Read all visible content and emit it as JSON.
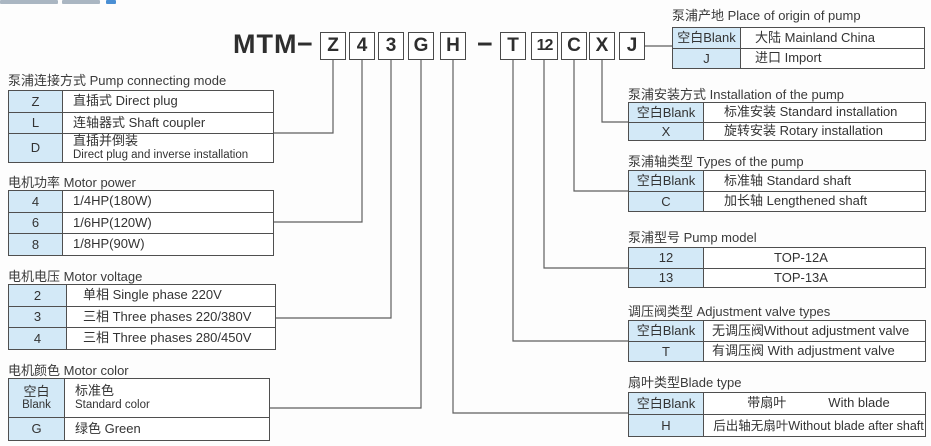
{
  "model_code": {
    "prefix": "MTM",
    "dash": "−",
    "boxes": [
      "Z",
      "4",
      "3",
      "G",
      "H",
      "T",
      "12",
      "C",
      "X",
      "J"
    ]
  },
  "left_tables": [
    {
      "title": "泵浦连接方式 Pump connecting mode",
      "rows": [
        {
          "code": "Z",
          "desc": "直插式 Direct plug"
        },
        {
          "code": "L",
          "desc": "连轴器式 Shaft coupler"
        },
        {
          "code": "D",
          "desc_line1": "直插并倒装",
          "desc_line2": "Direct plug and inverse installation"
        }
      ]
    },
    {
      "title": "电机功率 Motor power",
      "rows": [
        {
          "code": "4",
          "desc": "1/4HP(180W)"
        },
        {
          "code": "6",
          "desc": "1/6HP(120W)"
        },
        {
          "code": "8",
          "desc": "1/8HP(90W)"
        }
      ]
    },
    {
      "title": "电机电压 Motor voltage",
      "rows": [
        {
          "code": "2",
          "desc": "单相 Single phase 220V"
        },
        {
          "code": "3",
          "desc": "三相 Three phases 220/380V"
        },
        {
          "code": "4",
          "desc": "三相 Three phases 280/450V"
        }
      ]
    },
    {
      "title": "电机颜色 Motor color",
      "rows": [
        {
          "code_line1": "空白",
          "code_line2": "Blank",
          "desc_line1": "标准色",
          "desc_line2": "Standard color"
        },
        {
          "code": "G",
          "desc": "绿色 Green"
        }
      ]
    }
  ],
  "right_tables": [
    {
      "title": "泵浦产地 Place of origin of pump",
      "rows": [
        {
          "code": "空白Blank",
          "desc": "大陆 Mainland China"
        },
        {
          "code": "J",
          "desc": "进口 Import"
        }
      ]
    },
    {
      "title": "泵浦安装方式 Installation of the pump",
      "rows": [
        {
          "code": "空白Blank",
          "desc": "标准安装 Standard installation"
        },
        {
          "code": "X",
          "desc": "旋转安装 Rotary installation"
        }
      ]
    },
    {
      "title": "泵浦轴类型 Types of the pump",
      "rows": [
        {
          "code": "空白Blank",
          "desc": "标准轴 Standard shaft"
        },
        {
          "code": "C",
          "desc": "加长轴 Lengthened shaft"
        }
      ]
    },
    {
      "title": "泵浦型号 Pump model",
      "rows": [
        {
          "code": "12",
          "desc": "TOP-12A"
        },
        {
          "code": "13",
          "desc": "TOP-13A"
        }
      ]
    },
    {
      "title": "调压阀类型 Adjustment valve types",
      "rows": [
        {
          "code": "空白Blank",
          "desc": "无调压阀Without adjustment valve"
        },
        {
          "code": "T",
          "desc": "有调压阀 With adjustment valve"
        }
      ]
    },
    {
      "title": "扇叶类型Blade type",
      "rows": [
        {
          "code": "空白Blank",
          "desc_zh": "带扇叶",
          "desc_en": "With blade"
        },
        {
          "code": "H",
          "desc_zh": "后出轴无扇叶",
          "desc_en": "Without blade after shaft"
        }
      ]
    }
  ],
  "colors": {
    "cell_blue": "#d3e9f7",
    "table_border": "#4f4f4f",
    "connector_line": "#5f5f5f",
    "text": "#333333"
  }
}
